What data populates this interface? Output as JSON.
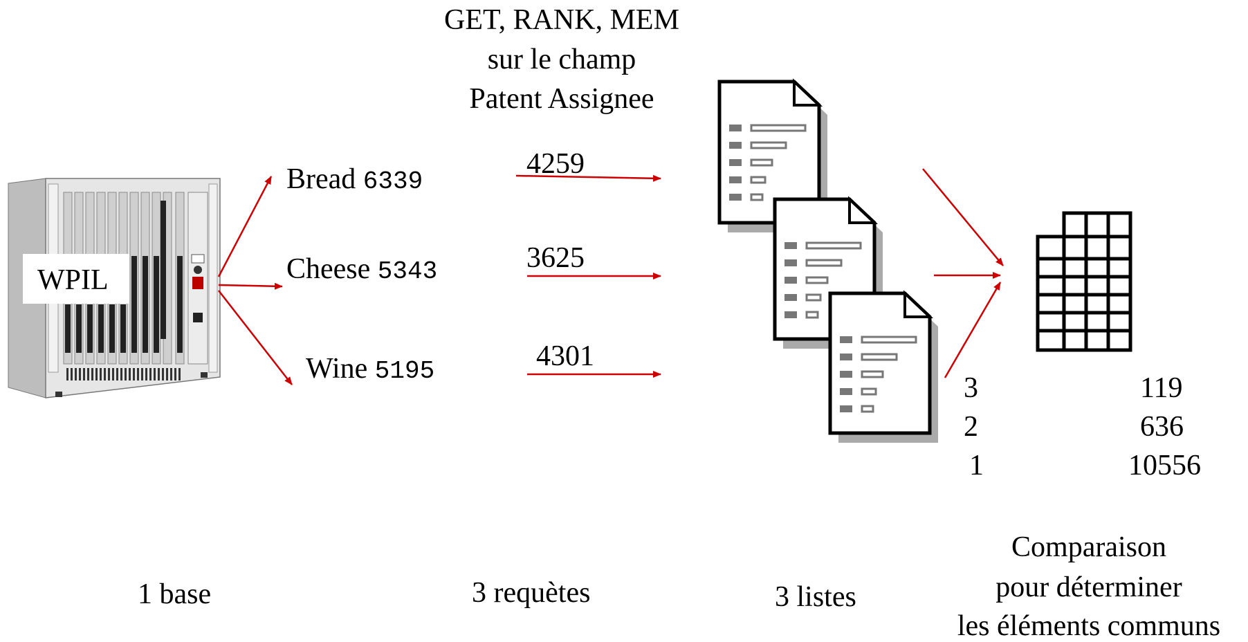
{
  "query": {
    "line1": "GET, RANK, MEM",
    "line2": "sur le champ",
    "line3": "Patent Assignee"
  },
  "server": {
    "label": "WPIL",
    "icon": "server-rack-icon"
  },
  "terms": [
    {
      "name": "Bread",
      "count": "6339",
      "result": "4259"
    },
    {
      "name": "Cheese",
      "count": "5343",
      "result": "3625"
    },
    {
      "name": "Wine",
      "count": "5195",
      "result": "4301"
    }
  ],
  "lists_icon": "document-list-icon",
  "table_icon": "table-grid-icon",
  "common": [
    {
      "level": "3",
      "count": "119"
    },
    {
      "level": "2",
      "count": "636"
    },
    {
      "level": "1",
      "count": "10556"
    }
  ],
  "footer": {
    "base": "1 base",
    "requetes": "3 requètes",
    "listes": "3 listes",
    "comparaison_line1": "Comparaison",
    "comparaison_line2": "pour déterminer",
    "comparaison_line3": "les éléments communs"
  },
  "colors": {
    "arrow": "#cc0000",
    "ink": "#000000",
    "shadow": "#999999",
    "rack": "#d9d9d9"
  }
}
